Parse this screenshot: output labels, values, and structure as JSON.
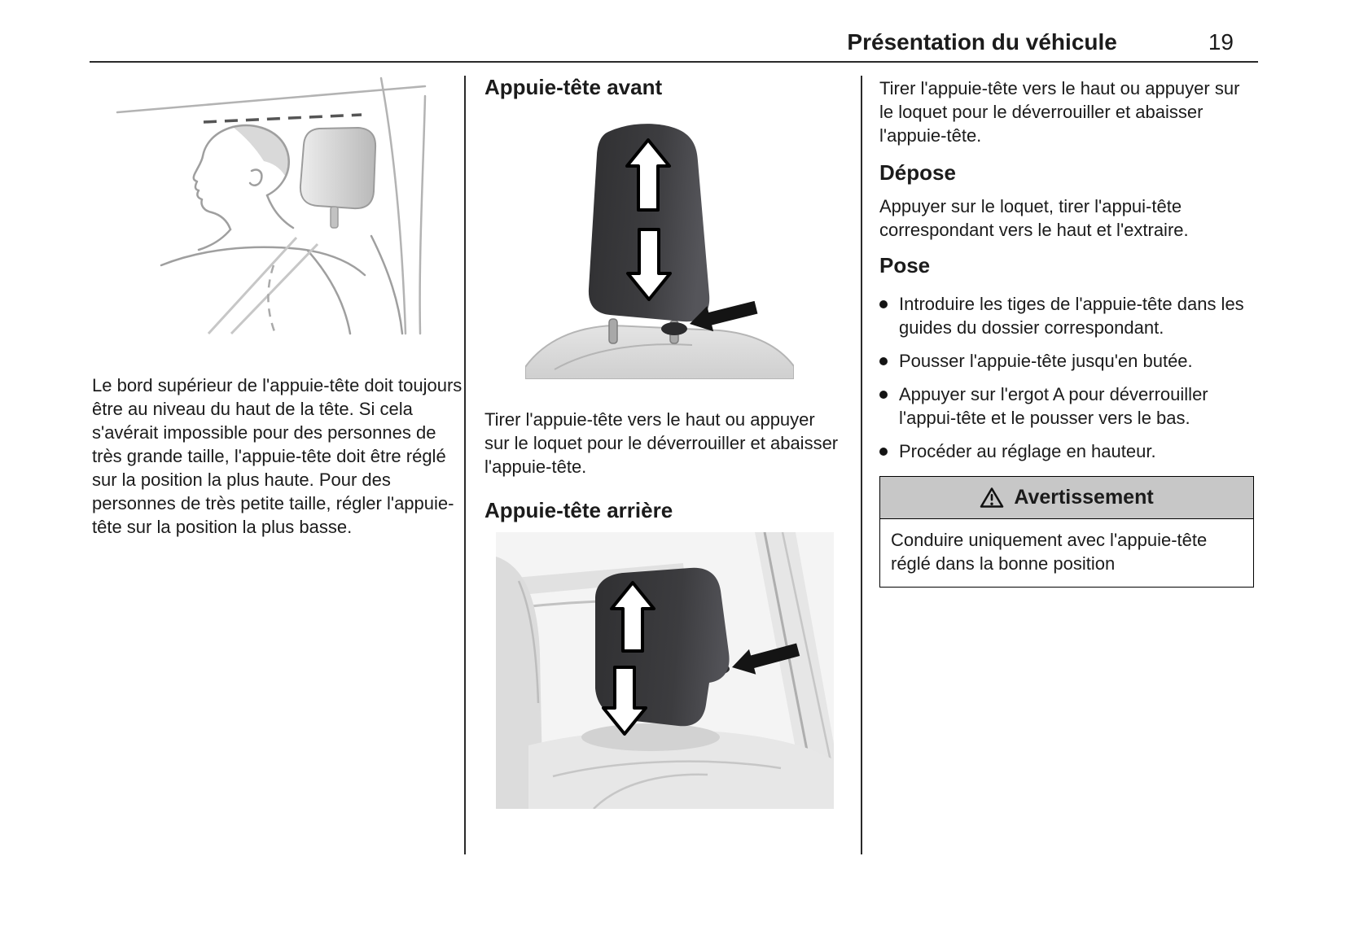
{
  "header": {
    "title": "Présentation du véhicule",
    "page_number": "19"
  },
  "columns": {
    "left": {
      "illustration": "headrest-position-line-drawing",
      "paragraph": "Le bord supérieur de l'appuie-tête doit toujours être au niveau du haut de la tête. Si cela s'avérait impossible pour des personnes de très grande taille, l'appuie-tête doit être réglé sur la position la plus haute. Pour des personnes de très petite taille, régler l'appuie-tête sur la position la plus basse."
    },
    "middle": {
      "heading_front": "Appuie-tête avant",
      "illustration_front": "front-headrest-with-adjust-arrows",
      "paragraph_front": "Tirer l'appuie-tête vers le haut ou appuyer sur le loquet pour le déverrouiller et abaisser l'appuie-tête.",
      "heading_rear": "Appuie-tête arrière",
      "illustration_rear": "rear-headrest-with-adjust-arrows"
    },
    "right": {
      "paragraph_top": "Tirer l'appuie-tête vers le haut ou appuyer sur le loquet pour le déverrouiller et abaisser l'appuie-tête.",
      "heading_removal": "Dépose",
      "paragraph_removal": "Appuyer sur le loquet, tirer l'appui-tête correspondant vers le haut et l'extraire.",
      "heading_installation": "Pose",
      "bullets": [
        "Introduire les tiges de l'appuie-tête dans les guides du dossier correspondant.",
        "Pousser l'appuie-tête jusqu'en butée.",
        "Appuyer sur l'ergot A pour déverrouiller l'appui-tête et le pousser vers le bas.",
        "Procéder au réglage en hauteur."
      ],
      "warning": {
        "icon": "warning-triangle-icon",
        "title": "Avertissement",
        "body": "Conduire uniquement avec l'appuie-tête réglé dans la bonne position"
      }
    }
  },
  "colors": {
    "headrest_dark": "#3a3a3c",
    "seat_gray": "#d6d6d6",
    "warning_header_bg": "#c7c7c7",
    "rule": "#2a2a2a"
  }
}
